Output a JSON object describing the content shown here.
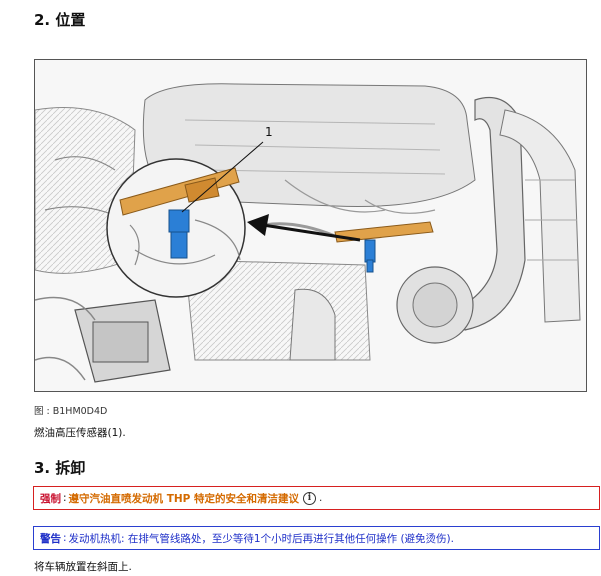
{
  "section_position": {
    "title": "2. 位置"
  },
  "figure": {
    "callout_number": "1",
    "caption": "图 : B1HM0D4D"
  },
  "sensor_text": "燃油高压传感器(1).",
  "section_disassembly": {
    "title": "3. 拆卸"
  },
  "mandatory_notice": {
    "tag": "强制",
    "separator": ":",
    "message": "遵守汽油直喷发动机 THP 特定的安全和清洁建议",
    "trailing": ".",
    "icon": "info-icon",
    "border_color": "#d62020"
  },
  "warning_notice": {
    "tag": "警告",
    "separator": ":",
    "message": "发动机热机: 在排气管线路处，至少等待1个小时后再进行其他任何操作 (避免烫伤).",
    "border_color": "#2a3fd0"
  },
  "step_text": "将车辆放置在斜面上."
}
